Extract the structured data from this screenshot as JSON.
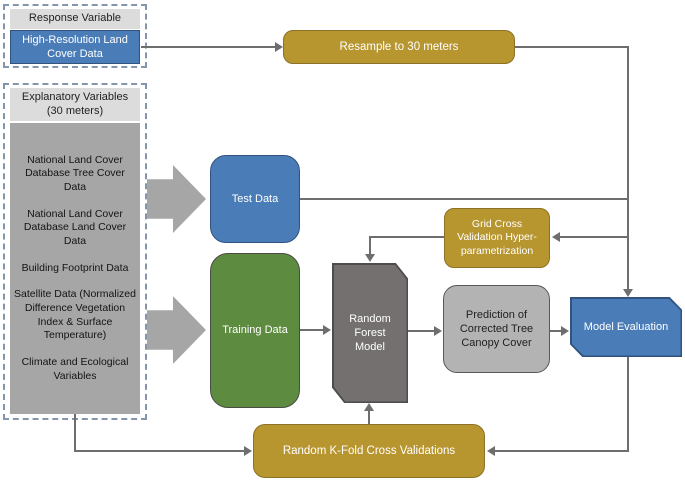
{
  "diagram": {
    "response_group": {
      "header": "Response Variable",
      "box": "High-Resolution Land Cover Data"
    },
    "explanatory_group": {
      "header": "Explanatory Variables (30 meters)",
      "items": [
        "National Land Cover Database Tree Cover Data",
        "National Land Cover Database Land Cover Data",
        "Building Footprint Data",
        "Satellite Data (Normalized Difference Vegetation Index & Surface Temperature)",
        "Climate and Ecological Variables"
      ]
    },
    "nodes": {
      "resample": "Resample to 30 meters",
      "test_data": "Test Data",
      "training_data": "Training Data",
      "random_forest": "Random Forest Model",
      "grid_cv": "Grid Cross Validation Hyper-parametrization",
      "prediction": "Prediction of Corrected Tree Canopy Cover",
      "model_evaluation": "Model Evaluation",
      "kfold": "Random K-Fold Cross Validations"
    },
    "colors": {
      "blue": "#4a7cb8",
      "green": "#5d8b40",
      "gold": "#b7952f",
      "process_gray": "#747070",
      "prediction_gray": "#b3b3b3",
      "panel_gray": "#a6a6a6",
      "header_gray": "#dcdcdc",
      "dashed_border": "#8496ab",
      "connector_gray": "#6e6e6e"
    }
  }
}
